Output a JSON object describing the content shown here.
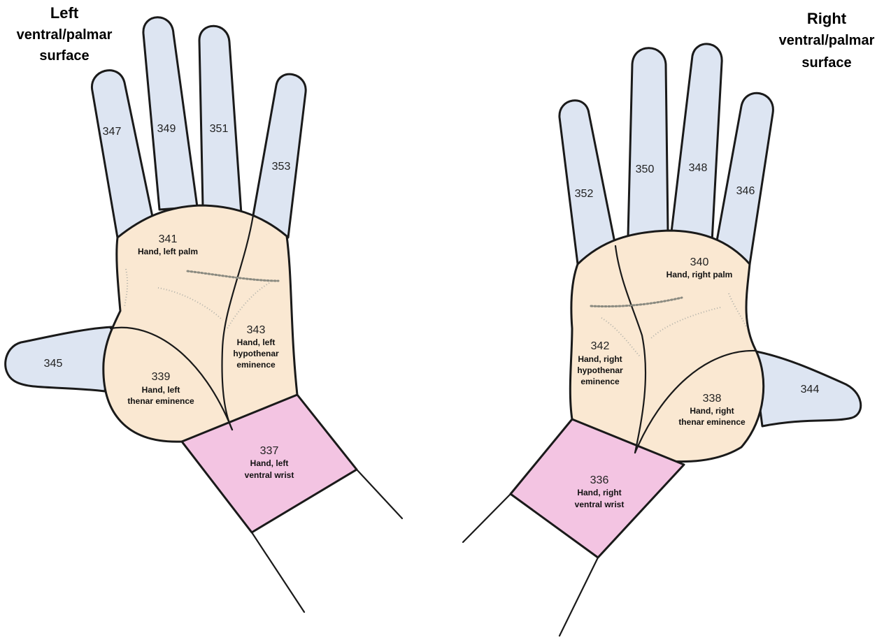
{
  "titles": {
    "left": [
      "Left",
      "ventral/palmar",
      "surface"
    ],
    "right": [
      "Right",
      "ventral/palmar",
      "surface"
    ]
  },
  "colors": {
    "finger": "#dde5f2",
    "palm": "#fae8d2",
    "wrist": "#f3c4e2",
    "outline": "#1a1a1a"
  },
  "left_hand": {
    "fingers": {
      "f347": "347",
      "f349": "349",
      "f351": "351",
      "f353": "353",
      "thumb": "345"
    },
    "palm": {
      "num": "341",
      "label": "Hand, left palm"
    },
    "hypothenar": {
      "num": "343",
      "label": [
        "Hand, left",
        "hypothenar",
        "eminence"
      ]
    },
    "thenar": {
      "num": "339",
      "label": [
        "Hand, left",
        "thenar eminence"
      ]
    },
    "wrist": {
      "num": "337",
      "label": [
        "Hand, left",
        "ventral wrist"
      ]
    }
  },
  "right_hand": {
    "fingers": {
      "f352": "352",
      "f350": "350",
      "f348": "348",
      "f346": "346",
      "thumb": "344"
    },
    "palm": {
      "num": "340",
      "label": "Hand, right palm"
    },
    "hypothenar": {
      "num": "342",
      "label": [
        "Hand, right",
        "hypothenar",
        "eminence"
      ]
    },
    "thenar": {
      "num": "338",
      "label": [
        "Hand, right",
        "thenar eminence"
      ]
    },
    "wrist": {
      "num": "336",
      "label": [
        "Hand, right",
        "ventral wrist"
      ]
    }
  }
}
